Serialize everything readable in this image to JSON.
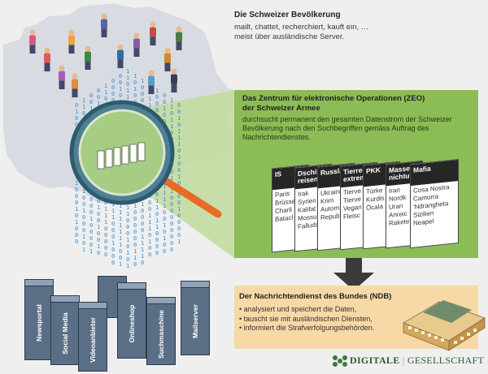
{
  "population": {
    "title": "Die Schweizer Bevölkerung",
    "line1": "mailt, chattet, recherchiert, kauft ein, …",
    "line2": "meist über ausländische Server."
  },
  "zeo": {
    "title1": "Das Zentrum für elektronische Operationen (ZEO)",
    "title2": "der Schweizer Armee",
    "desc1": "durchsucht permanent den gesamten Datenstrom der Schweizer",
    "desc2": "Bevölkerung nach den Suchbegriffen gemäss Auftrag des",
    "desc3": "Nachrichtendienstes.",
    "cards": [
      {
        "header": [
          "IS"
        ],
        "items": [
          "Paris",
          "Brüssel",
          "Charli",
          "Batacl"
        ]
      },
      {
        "header": [
          "Dschihad",
          "reisen"
        ],
        "items": [
          "Irak",
          "Syrien",
          "Kalifat",
          "Mossul",
          "Falludsch"
        ]
      },
      {
        "header": [
          "Russland"
        ],
        "items": [
          "Ukraine",
          "Krim",
          "Autom",
          "Republ"
        ]
      },
      {
        "header": [
          "Tierrechte",
          "extrem"
        ],
        "items": [
          "Tierve",
          "Tierve",
          "Vegan",
          "Fleisc"
        ]
      },
      {
        "header": [
          "PKK"
        ],
        "items": [
          "Türke",
          "Kurdis",
          "Öcala"
        ]
      },
      {
        "header": [
          "Massenver",
          "nichtung"
        ],
        "items": [
          "Iran",
          "Nordk",
          "Uran",
          "Anreic",
          "Rakete"
        ]
      },
      {
        "header": [
          "Mafia"
        ],
        "items": [
          "Cosa Nostra",
          "Camorra",
          "'Ndrangheta",
          "Sizilien",
          "Neapel"
        ]
      }
    ]
  },
  "ndb": {
    "title": "Der Nachrichtendienst des Bundes (NDB)",
    "items": [
      "• analysiert und speichert die Daten,",
      "• tauscht sie mit ausländischen Diensten,",
      "• informiert die Strafverfolgungsbehörden."
    ]
  },
  "servers": [
    "Newsportal",
    "Social Media",
    "Videoanbieter",
    "Onlineshop",
    "Suchmaschine",
    "Mailserver"
  ],
  "logo": {
    "left": "DIGITALE",
    "right": "GESELLSCHAFT"
  },
  "colors": {
    "map": "#d9dde3",
    "zeo_green": "#8cbc55",
    "ndb_orange": "#f6d9a6",
    "binary_blue": "#3b8fd0",
    "server_blue": "#5a6f86",
    "magnifier_orange": "#e96a25"
  }
}
